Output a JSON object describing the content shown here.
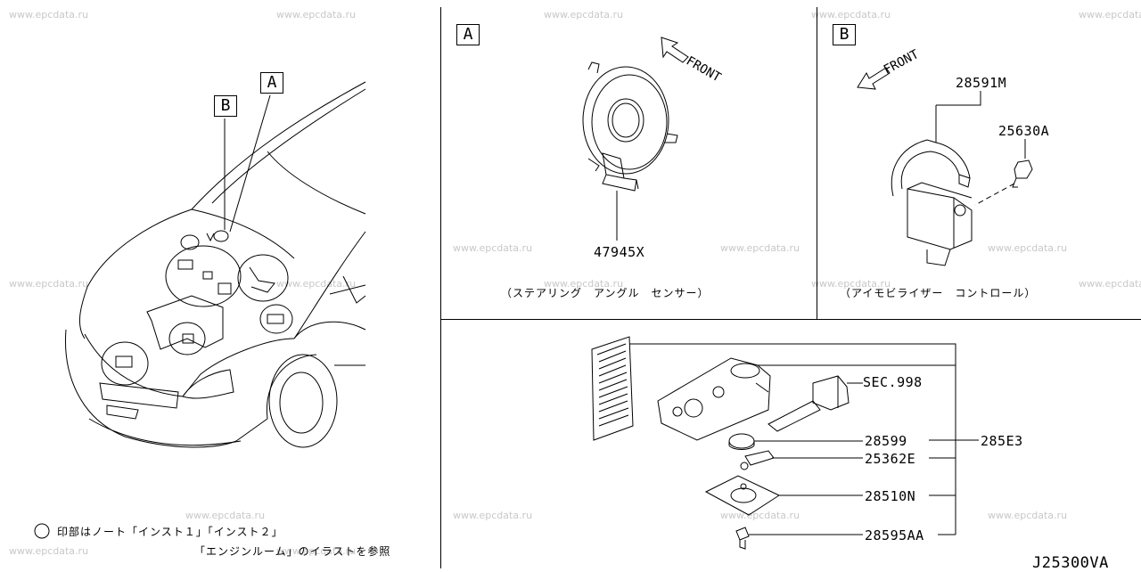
{
  "watermark": "www.epcdata.ru",
  "callouts": {
    "a": "A",
    "b": "B"
  },
  "panel_a": {
    "label": "A",
    "front": "FRONT",
    "part_number": "47945X",
    "caption": "（ステアリング　アングル　センサー）"
  },
  "panel_b": {
    "label": "B",
    "front": "FRONT",
    "part_numbers": [
      "28591M",
      "25630A"
    ],
    "caption": "（アイモビライザー　コントロール）"
  },
  "panel_key": {
    "part_numbers": {
      "sec": "SEC.998",
      "battery": "28599",
      "assembly": "285E3",
      "seal": "25362E",
      "cover": "28510N",
      "screw": "28595AA"
    }
  },
  "note": {
    "line1": "印部はノート「インスト１」「インスト２」",
    "line2": "「エンジンルーム」のイラストを参照"
  },
  "diagram_code": "J25300VA"
}
